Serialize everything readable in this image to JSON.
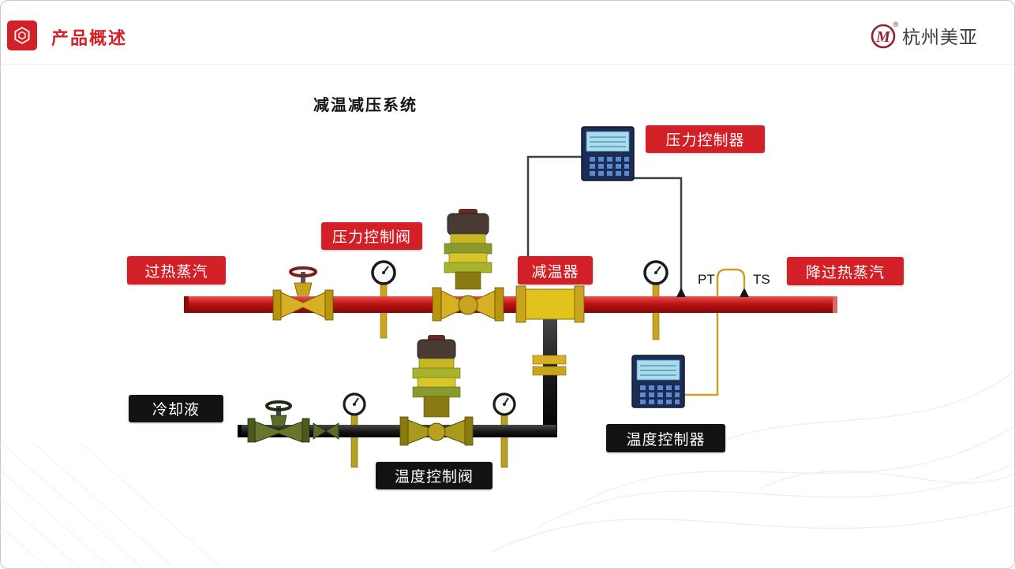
{
  "header": {
    "title": "产品概述",
    "brand": {
      "name": "杭州美亚",
      "mark": "M",
      "reg": "®"
    }
  },
  "diagram": {
    "title": "减温减压系统",
    "badges": {
      "pressure_controller": "压力控制器",
      "pressure_control_valve": "压力控制阀",
      "superheated_steam": "过热蒸汽",
      "desuperheater": "减温器",
      "desuperheated_steam": "降过热蒸汽",
      "coolant": "冷却液",
      "temperature_controller": "温度控制器",
      "temperature_control_valve": "温度控制阀"
    },
    "sensors": {
      "pt": "PT",
      "ts": "TS"
    }
  },
  "colors": {
    "accent_red": "#d42127",
    "badge_red": "#d31f26",
    "badge_dark": "#121212",
    "pipe_red": "#c01212",
    "pipe_dark": "#1a1a1a",
    "brass_yellow": "#d8b025",
    "olive_green": "#66762c",
    "instrument_blue": "#1c2c55",
    "logo_maroon": "#8b2430"
  }
}
